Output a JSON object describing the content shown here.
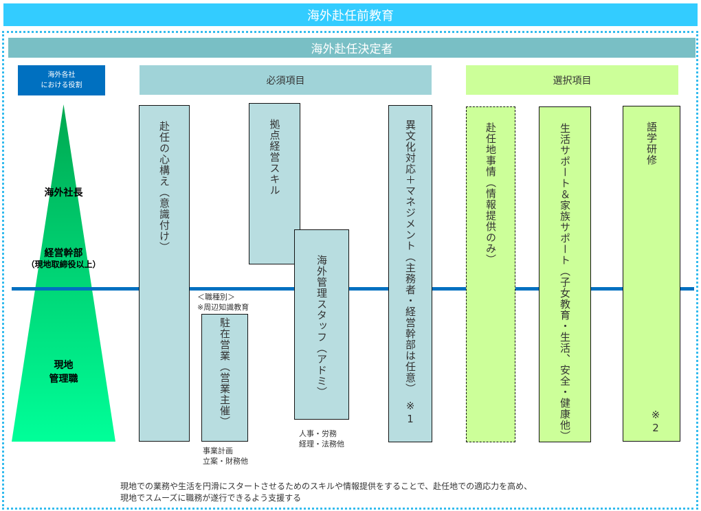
{
  "banner": "海外赴任前教育",
  "decided": "海外赴任決定者",
  "role_label": [
    "海外各社",
    "における役割"
  ],
  "headers": {
    "required": "必須項目",
    "optional": "選択項目"
  },
  "levels": {
    "president": "海外社長",
    "exec": "経営幹部",
    "exec_sub": "（現地取締役以上）",
    "local": [
      "現地",
      "管理職"
    ]
  },
  "boxes": {
    "mindset": "赴任の心構え（意識付け）",
    "base_mgmt": "拠点経営スキル",
    "sales": "駐在営業（営業主催）",
    "admin": "海外管理スタッフ（アドミ）",
    "cross": "異文化対応＋マネジメント（主務者・経営幹部は任意）",
    "cross_note": "※1",
    "local_info": "赴任地事情（情報提供のみ）",
    "life": [
      "生活サポート＆家族サポート",
      "（子女教育・生活、安全・健康他）"
    ],
    "language": "語学研修",
    "language_note": "※2"
  },
  "notes": {
    "job_type": [
      "＜職種別＞",
      "※周辺知識教育"
    ],
    "sales_note": [
      "事業計画",
      "立案・財務他"
    ],
    "admin_note": [
      "人事・労務",
      "経理・法務他"
    ]
  },
  "footer": [
    "現地での業務や生活を円滑にスタートさせるためのスキルや情報提供をすることで、赴任地での適応力を高め、",
    "現地でスムーズに職務が遂行できるよう支援する"
  ],
  "colors": {
    "banner": "#33ccff",
    "line": "#0070c0",
    "required": "#a0d3d8",
    "optional": "#ccff99",
    "box": "#b8dde0"
  }
}
